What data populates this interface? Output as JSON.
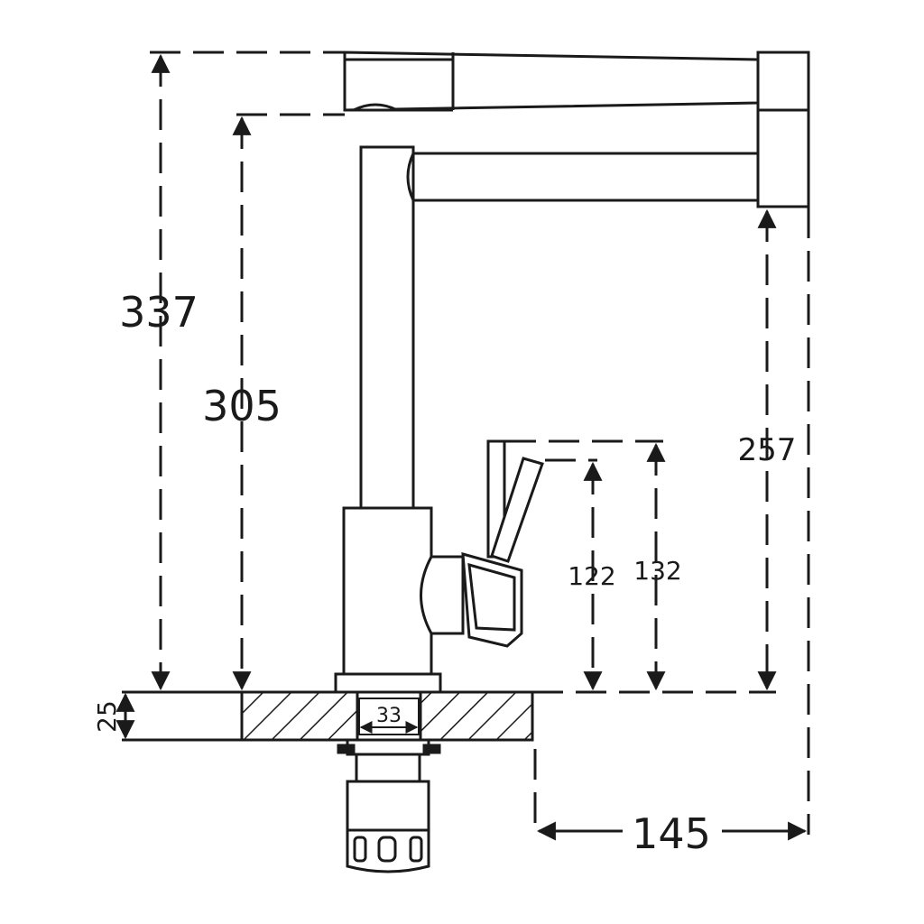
{
  "dimensions": {
    "total_height": "337",
    "spout_height": "305",
    "spout_clearance": "257",
    "handle_height_low": "122",
    "handle_height_high": "132",
    "deck_thickness": "25",
    "mount_hole_diameter": "33",
    "spout_reach": "145"
  },
  "colors": {
    "line": "#1a1a1a",
    "background": "#ffffff"
  }
}
